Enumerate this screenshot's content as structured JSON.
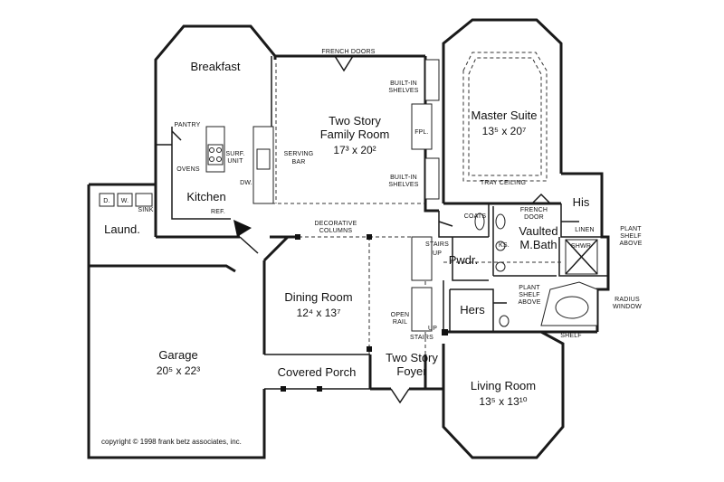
{
  "rooms": {
    "breakfast": {
      "name": "Breakfast"
    },
    "family": {
      "line1": "Two Story",
      "line2": "Family Room",
      "dim": "17³ x 20²"
    },
    "master": {
      "name": "Master Suite",
      "dim": "13⁵ x 20⁷"
    },
    "kitchen": {
      "name": "Kitchen"
    },
    "laundry": {
      "name": "Laund."
    },
    "dining": {
      "name": "Dining Room",
      "dim": "12⁴ x 13⁷"
    },
    "garage": {
      "name": "Garage",
      "dim": "20⁵ x 22³"
    },
    "porch": {
      "name": "Covered Porch"
    },
    "foyer": {
      "line1": "Two Story",
      "line2": "Foyer"
    },
    "living": {
      "name": "Living Room",
      "dim": "13⁵ x 13¹⁰"
    },
    "bath": {
      "line1": "Vaulted",
      "line2": "M.Bath"
    },
    "his": {
      "name": "His"
    },
    "hers": {
      "name": "Hers"
    },
    "powder": {
      "name": "Pwdr."
    }
  },
  "labels": {
    "french_doors": "FRENCH DOORS",
    "builtin_1": "BUILT-IN",
    "shelves_1": "SHELVES",
    "builtin_2": "BUILT-IN",
    "shelves_2": "SHELVES",
    "fpl": "FPL.",
    "tray_ceiling": "TRAY CEILING",
    "pantry": "PANTRY",
    "surf": "SURF.",
    "unit": "UNIT",
    "ovens": "OVENS",
    "serving": "SERVING",
    "bar": "BAR",
    "dw": "DW.",
    "ref": "REF.",
    "d": "D.",
    "w": "W.",
    "sink": "SINK",
    "decorative": "DECORATIVE",
    "columns": "COLUMNS",
    "coats": "COATS",
    "french_door_1": "FRENCH",
    "french_door_2": "DOOR",
    "linen": "LINEN",
    "plant1_1": "PLANT",
    "plant1_2": "SHELF",
    "plant1_3": "ABOVE",
    "shwr": "SHWR",
    "ks": "KS.",
    "stairs_up": "STAIRS",
    "up1": "UP",
    "plant2_1": "PLANT",
    "plant2_2": "SHELF",
    "plant2_3": "ABOVE",
    "radius_1": "RADIUS",
    "radius_2": "WINDOW",
    "shelf": "SHELF",
    "open": "OPEN",
    "rail": "RAIL",
    "stairs_dn": "STAIRS",
    "up2": "UP"
  },
  "copyright": "copyright © 1998 frank betz associates, inc."
}
